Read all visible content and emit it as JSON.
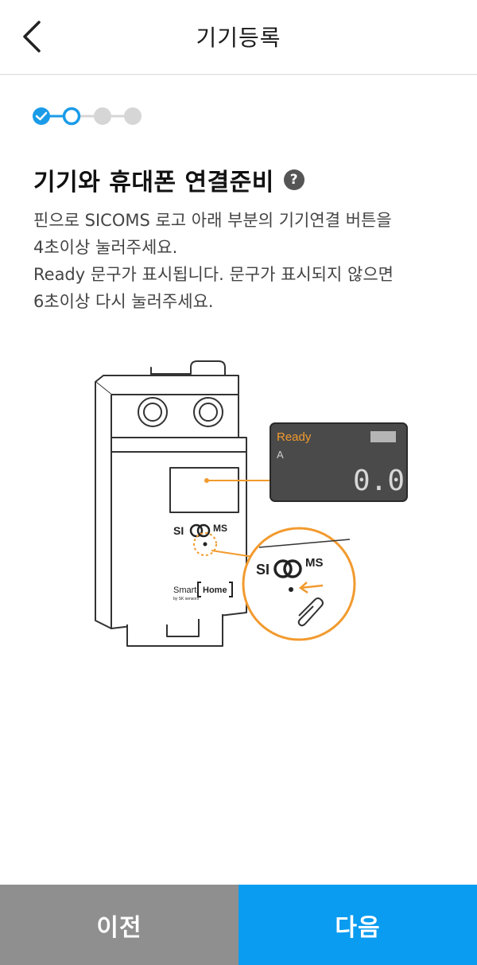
{
  "header": {
    "title": "기기등록",
    "back_icon": "chevron-left-icon"
  },
  "stepper": {
    "current_step": 2,
    "total_steps": 4,
    "active_color": "#1a9be8",
    "inactive_color": "#d6d6d6"
  },
  "content": {
    "title": "기기와 휴대폰 연결준비",
    "help_label": "?",
    "description": [
      "핀으로 SICOMS 로고 아래 부분의 기기연결 버튼을",
      "4초이상 눌러주세요.",
      "Ready 문구가 표시됩니다. 문구가 표시되지 않으면",
      "6초이상 다시 눌러주세요."
    ]
  },
  "illustration": {
    "display_status": "Ready",
    "display_unit": "A",
    "display_value": "0.0",
    "logo_left": "SI",
    "logo_right": "MS",
    "label_smart": "Smart",
    "label_home": "Home",
    "label_by": "by SK sensors",
    "accent_color": "#f29a2e"
  },
  "footer": {
    "prev_label": "이전",
    "next_label": "다음"
  }
}
